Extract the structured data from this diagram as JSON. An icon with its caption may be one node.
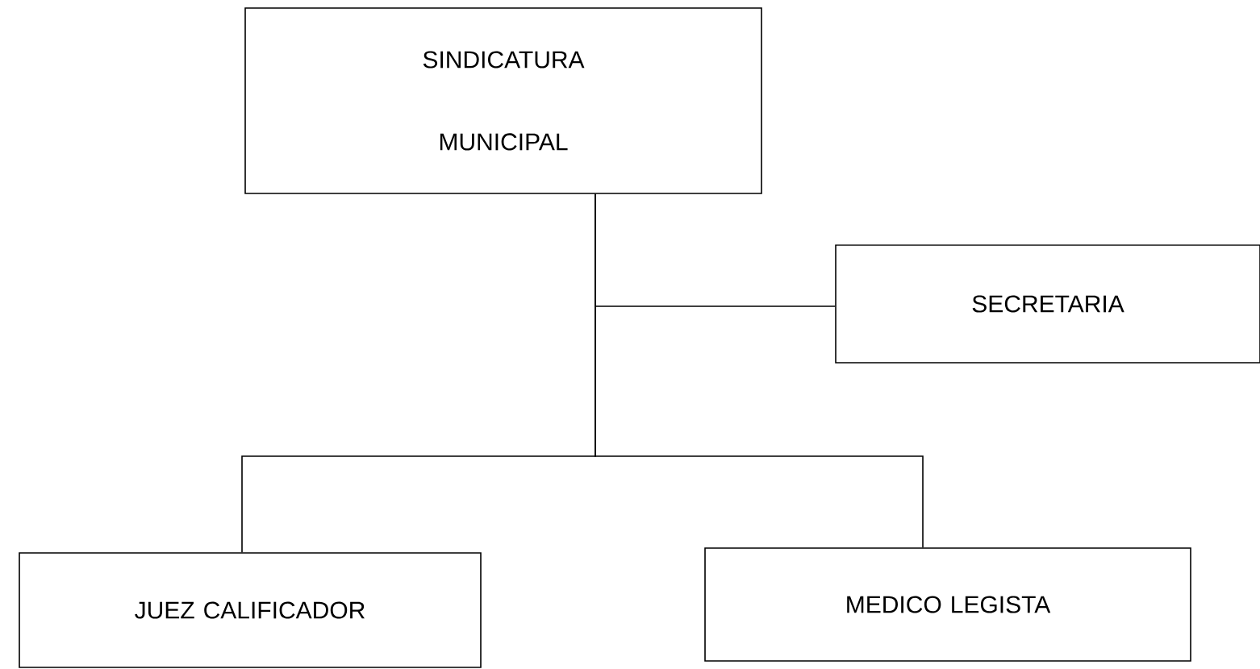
{
  "diagram": {
    "nodes": [
      {
        "text": [
          "SINDICATURA MUNICIPAL"
        ]
      },
      {
        "text": [
          "SECRETARIA"
        ]
      },
      {
        "text": [
          "JUEZ CALIFICADOR"
        ]
      },
      {
        "text": [
          "MEDICO LEGISTA"
        ]
      }
    ],
    "edges": [
      {
        "from": 0,
        "to": 1,
        "arrow": "none"
      },
      {
        "from": 0,
        "to": 2,
        "arrow": "none"
      },
      {
        "from": 0,
        "to": 3,
        "arrow": "none"
      }
    ]
  }
}
